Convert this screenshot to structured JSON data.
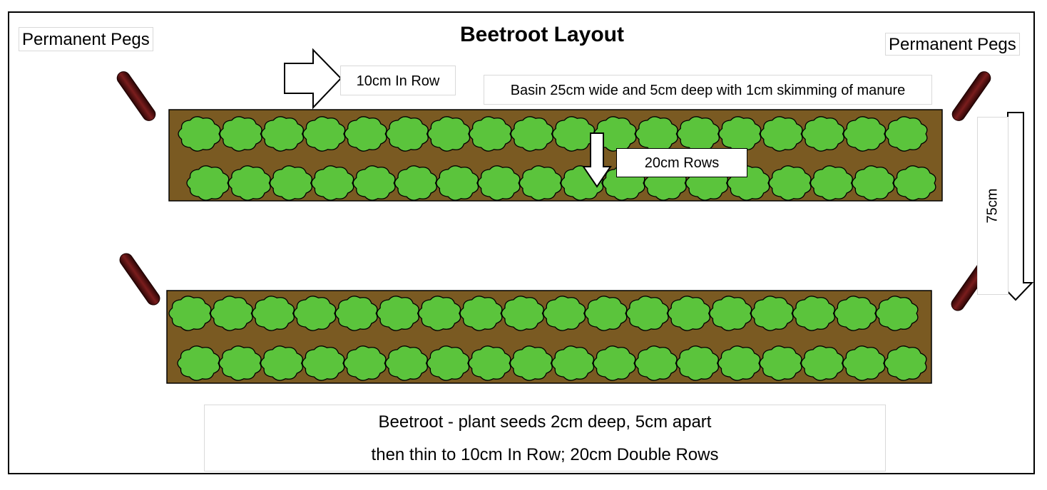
{
  "title": "Beetroot Layout",
  "pegs_label_left": "Permanent Pegs",
  "pegs_label_right": "Permanent Pegs",
  "in_row_label": "10cm In Row",
  "basin_label": "Basin 25cm wide and 5cm deep with 1cm skimming of manure",
  "rows_label": "20cm Rows",
  "bed_spacing_label": "75cm",
  "note": {
    "line1": "Beetroot - plant seeds 2cm deep, 5cm apart",
    "line2": "then thin to 10cm In Row; 20cm Double Rows"
  },
  "colors": {
    "soil": "#7a5a22",
    "plant": "#5bc43c",
    "peg": "#5a0f0f",
    "outline": "#000000"
  },
  "beds": [
    {
      "name": "bed-1",
      "rows": [
        {
          "plants": 18
        },
        {
          "plants": 18
        }
      ]
    },
    {
      "name": "bed-2",
      "rows": [
        {
          "plants": 18
        },
        {
          "plants": 18
        }
      ]
    }
  ]
}
